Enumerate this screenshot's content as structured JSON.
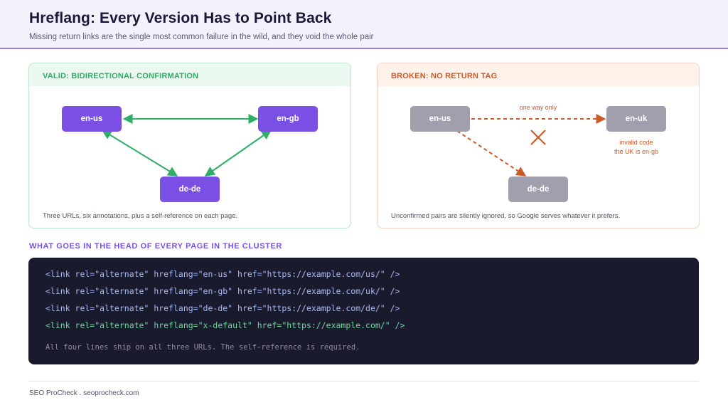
{
  "header": {
    "title": "Hreflang: Every Version Has to Point Back",
    "subtitle": "Missing return links are the single most common failure in the wild, and they void the whole pair"
  },
  "valid_panel": {
    "title": "VALID: BIDIRECTIONAL CONFIRMATION",
    "nodes": {
      "left": "en-us",
      "right": "en-gb",
      "bottom": "de-de"
    },
    "caption": "Three URLs, six annotations, plus a self-reference on each page."
  },
  "broken_panel": {
    "title": "BROKEN: NO RETURN TAG",
    "nodes": {
      "left": "en-us",
      "right": "en-uk",
      "bottom": "de-de"
    },
    "arrow_note": "one way only",
    "invalid_note_line1": "invalid code",
    "invalid_note_line2": "the UK is en-gb",
    "caption": "Unconfirmed pairs are silently ignored, so Google serves whatever it prefers."
  },
  "code_section": {
    "label": "WHAT GOES IN THE HEAD OF EVERY PAGE IN THE CLUSTER",
    "lines": [
      "<link rel=\"alternate\" hreflang=\"en-us\" href=\"https://example.com/us/\" />",
      "<link rel=\"alternate\" hreflang=\"en-gb\" href=\"https://example.com/uk/\" />",
      "<link rel=\"alternate\" hreflang=\"de-de\" href=\"https://example.com/de/\" />",
      "<link rel=\"alternate\" hreflang=\"x-default\" href=\"https://example.com/\" />"
    ],
    "note": "All four lines ship on all three URLs. The self-reference is required."
  },
  "footer": {
    "text": "SEO ProCheck . seoprocheck.com"
  },
  "colors": {
    "accent_purple": "#7a4fe3",
    "valid_green": "#2fae66",
    "broken_orange": "#cf5a28",
    "node_gray": "#a19fae",
    "code_bg": "#1a1a2d"
  }
}
